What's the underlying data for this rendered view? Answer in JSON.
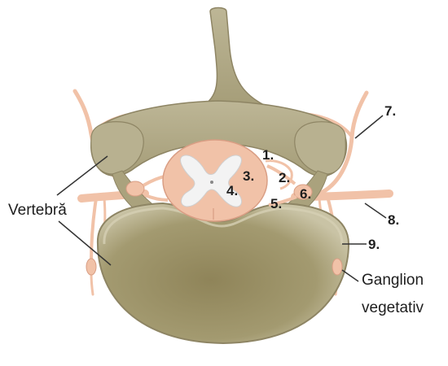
{
  "labels": {
    "n1": "1.",
    "n2": "2.",
    "n3": "3.",
    "n4": "4.",
    "n5": "5.",
    "n6": "6.",
    "n7": "7.",
    "n8": "8.",
    "n9": "9.",
    "vertebra": "Vertebră",
    "ganglion_line1": "Ganglion",
    "ganglion_line2": "vegetativ"
  },
  "colors": {
    "bone_light": "#c2bc9c",
    "bone_mid": "#a9a17a",
    "bone_dark": "#7f7452",
    "bone_outline": "#8e8564",
    "nerve": "#f1c2a8",
    "nerve_outline": "#d99e84",
    "cord_white": "#f7ece3",
    "grey_matter": "#f3f3f3",
    "leader": "#333333"
  }
}
